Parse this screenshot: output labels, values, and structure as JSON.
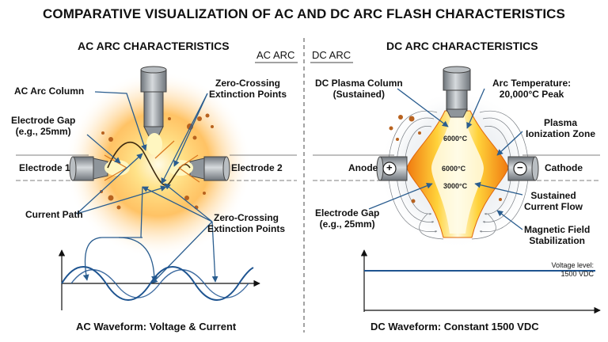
{
  "title": "COMPARATIVE VISUALIZATION OF AC AND DC ARC FLASH CHARACTERISTICS",
  "ac": {
    "heading": "AC ARC CHARACTERISTICS",
    "tag": "AC ARC",
    "labels": {
      "arc_column": "AC Arc Column",
      "zero_crossing_top": "Zero-Crossing\nExtinction Points",
      "electrode_gap": "Electrode Gap\n(e.g., 25mm)",
      "electrode1": "Electrode 1",
      "electrode2": "Electrode 2",
      "current_path": "Current Path",
      "zero_crossing_bottom": "Zero-Crossing\nExtinction Points"
    },
    "caption": "AC Waveform: Voltage & Current"
  },
  "dc": {
    "heading": "DC ARC CHARACTERISTICS",
    "tag": "DC ARC",
    "labels": {
      "plasma_column": "DC Plasma Column\n(Sustained)",
      "arc_temperature": "Arc Temperature:\n20,000°C Peak",
      "plasma_ionization": "Plasma\nIonization Zone",
      "anode": "Anode",
      "cathode": "Cathode",
      "plus": "+",
      "minus": "−",
      "sustained_flow": "Sustained\nCurrent Flow",
      "electrode_gap": "Electrode Gap\n(e.g., 25mm)",
      "magnetic_field": "Magnetic Field\nStabilization"
    },
    "temps": [
      "6000°C",
      "6000°C",
      "3000°C"
    ],
    "voltage_note": "Voltage level:\n1500 VDC",
    "caption": "DC Waveform: Constant 1500 VDC"
  },
  "colors": {
    "arrow": "#2a5d8f",
    "glow": "#ffb030",
    "core": "#fff6c0",
    "electrode": "#9aa1a8",
    "spark": "#b8621e"
  }
}
